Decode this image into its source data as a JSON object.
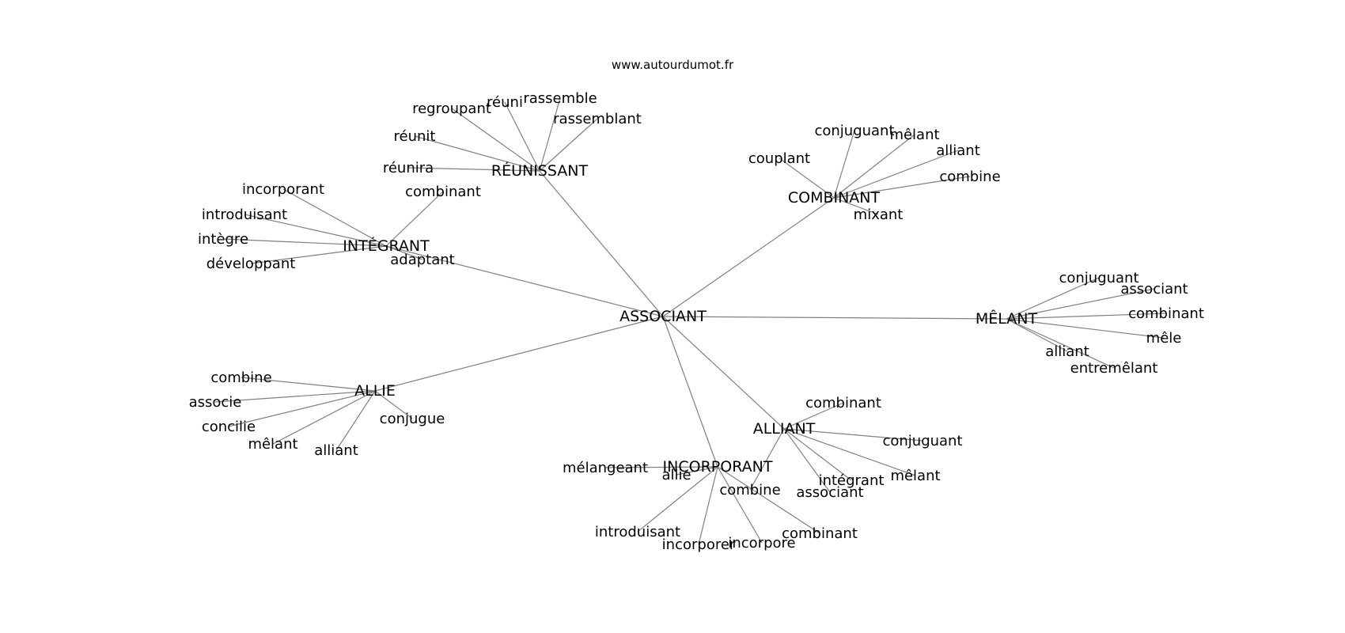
{
  "site": "www.autourdumot.fr",
  "colors": {
    "edge": "#808080",
    "text": "#000000",
    "background": "#ffffff"
  },
  "graph": {
    "root": "ASSOCIANT",
    "groups": [
      {
        "hub": "RÉUNISSANT",
        "leaves": [
          "regroupant",
          "réuni",
          "rassemble",
          "rassemblant",
          "réunit",
          "réunira"
        ]
      },
      {
        "hub": "INTÉGRANT",
        "leaves": [
          "incorporant",
          "introduisant",
          "intègre",
          "développant",
          "combinant",
          "adaptant"
        ]
      },
      {
        "hub": "COMBINANT",
        "leaves": [
          "conjuguant",
          "mêlant",
          "alliant",
          "couplant",
          "combine",
          "mixant"
        ]
      },
      {
        "hub": "MÊLANT",
        "leaves": [
          "conjuguant",
          "associant",
          "combinant",
          "mêle",
          "alliant",
          "entremêlant"
        ]
      },
      {
        "hub": "ALLIE",
        "leaves": [
          "combine",
          "associe",
          "concilie",
          "mêlant",
          "alliant",
          "conjugue"
        ]
      },
      {
        "hub": "ALLIANT",
        "leaves": [
          "combinant",
          "conjuguant",
          "mêlant",
          "intégrant",
          "associant",
          "combine"
        ]
      },
      {
        "hub": "INCORPORANT",
        "leaves": [
          "mélangeant",
          "allie",
          "introduisant",
          "incorporer",
          "incorpore",
          "combinant"
        ]
      }
    ]
  }
}
